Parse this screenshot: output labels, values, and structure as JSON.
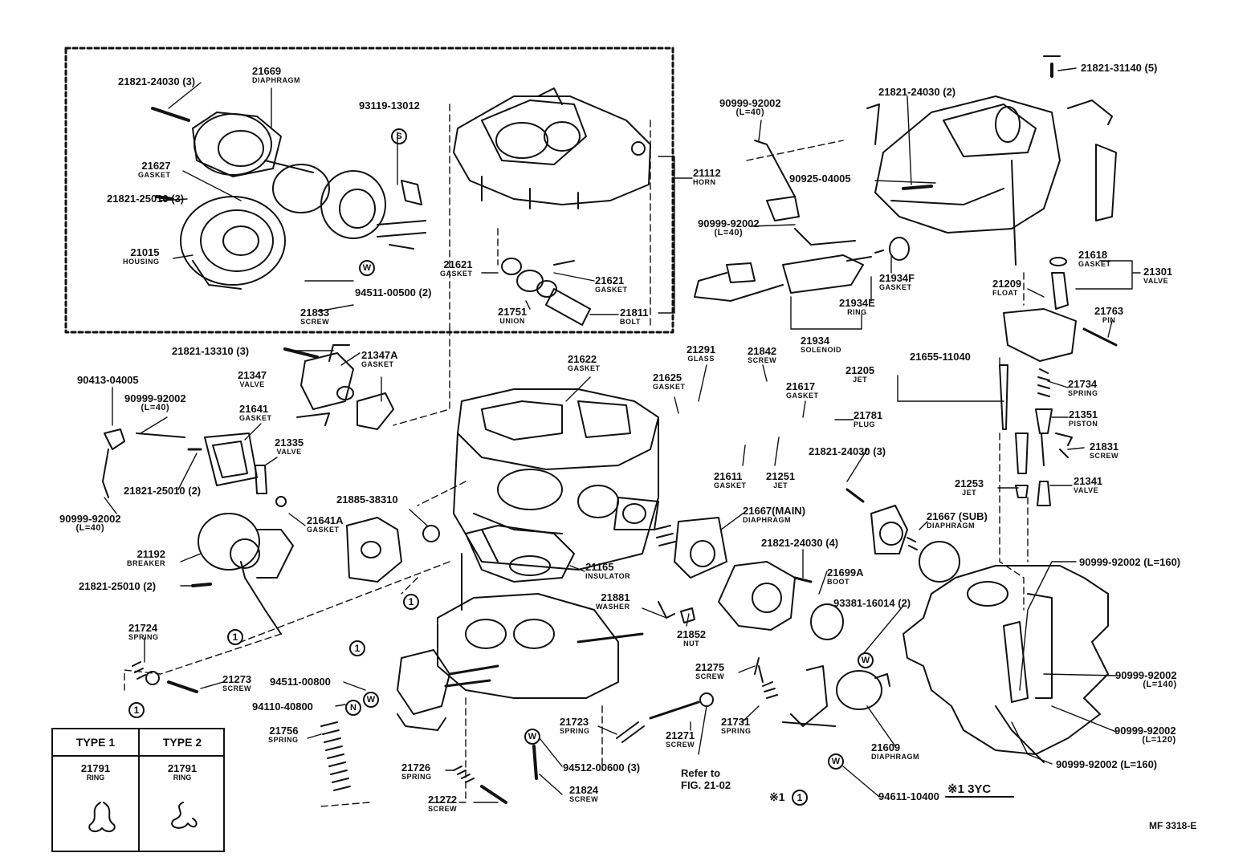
{
  "figure_id": "MF 3318-E",
  "refer_note": [
    "Refer to",
    "FIG. 21-02"
  ],
  "note_3yc": "※1 3YC",
  "star_one": "※1",
  "circle_one": "1",
  "legend": {
    "marker": "1",
    "type1": {
      "header": "TYPE 1",
      "part": "21791",
      "name": "RING"
    },
    "type2": {
      "header": "TYPE 2",
      "part": "21791",
      "name": "RING"
    }
  },
  "symbols": {
    "s": "S",
    "w": "W",
    "n": "N"
  },
  "parts": [
    {
      "id": "p1",
      "no": "21821-24030 (3)",
      "name": ""
    },
    {
      "id": "p2",
      "no": "21669",
      "name": "DIAPHRAGM"
    },
    {
      "id": "p3",
      "no": "93119-13012",
      "name": ""
    },
    {
      "id": "p4",
      "no": "21627",
      "name": "GASKET"
    },
    {
      "id": "p5",
      "no": "21821-25010 (3)",
      "name": ""
    },
    {
      "id": "p6",
      "no": "21015",
      "name": "HOUSING"
    },
    {
      "id": "p7",
      "no": "94511-00500 (2)",
      "name": ""
    },
    {
      "id": "p8",
      "no": "21833",
      "name": "SCREW"
    },
    {
      "id": "p9",
      "no": "21112",
      "name": "HORN"
    },
    {
      "id": "p10",
      "no": "21621",
      "name": "GASKET"
    },
    {
      "id": "p11",
      "no": "21621",
      "name": "GASKET"
    },
    {
      "id": "p12",
      "no": "21751",
      "name": "UNION"
    },
    {
      "id": "p13",
      "no": "21811",
      "name": "BOLT"
    },
    {
      "id": "p14",
      "no": "90999-92002",
      "name": "(L=40)"
    },
    {
      "id": "p15",
      "no": "21821-24030 (2)",
      "name": ""
    },
    {
      "id": "p16",
      "no": "21821-31140 (5)",
      "name": ""
    },
    {
      "id": "p17",
      "no": "90925-04005",
      "name": ""
    },
    {
      "id": "p18",
      "no": "90999-92002",
      "name": "(L=40)"
    },
    {
      "id": "p19",
      "no": "21934F",
      "name": "GASKET"
    },
    {
      "id": "p20",
      "no": "21934E",
      "name": "RING"
    },
    {
      "id": "p21",
      "no": "21934",
      "name": "SOLENOID"
    },
    {
      "id": "p22",
      "no": "21618",
      "name": "GASKET"
    },
    {
      "id": "p23",
      "no": "21301",
      "name": "VALVE"
    },
    {
      "id": "p24",
      "no": "21209",
      "name": "FLOAT"
    },
    {
      "id": "p25",
      "no": "21763",
      "name": "PIN"
    },
    {
      "id": "p26",
      "no": "21821-13310 (3)",
      "name": ""
    },
    {
      "id": "p27",
      "no": "21347A",
      "name": "GASKET"
    },
    {
      "id": "p28",
      "no": "21347",
      "name": "VALVE"
    },
    {
      "id": "p29",
      "no": "90413-04005",
      "name": ""
    },
    {
      "id": "p30",
      "no": "90999-92002",
      "name": "(L=40)"
    },
    {
      "id": "p31",
      "no": "21641",
      "name": "GASKET"
    },
    {
      "id": "p32",
      "no": "21335",
      "name": "VALVE"
    },
    {
      "id": "p33",
      "no": "21821-25010 (2)",
      "name": ""
    },
    {
      "id": "p34",
      "no": "90999-92002",
      "name": "(L=40)"
    },
    {
      "id": "p35",
      "no": "21622",
      "name": "GASKET"
    },
    {
      "id": "p36",
      "no": "21291",
      "name": "GLASS"
    },
    {
      "id": "p37",
      "no": "21842",
      "name": "SCREW"
    },
    {
      "id": "p38",
      "no": "21625",
      "name": "GASKET"
    },
    {
      "id": "p39",
      "no": "21617",
      "name": "GASKET"
    },
    {
      "id": "p40",
      "no": "21781",
      "name": "PLUG"
    },
    {
      "id": "p41",
      "no": "21655-11040",
      "name": ""
    },
    {
      "id": "p42",
      "no": "21205",
      "name": "JET"
    },
    {
      "id": "p43",
      "no": "21734",
      "name": "SPRING"
    },
    {
      "id": "p44",
      "no": "21351",
      "name": "PISTON"
    },
    {
      "id": "p45",
      "no": "21611",
      "name": "GASKET"
    },
    {
      "id": "p46",
      "no": "21251",
      "name": "JET"
    },
    {
      "id": "p47",
      "no": "21821-24030 (3)",
      "name": ""
    },
    {
      "id": "p48",
      "no": "21831",
      "name": "SCREW"
    },
    {
      "id": "p49",
      "no": "21253",
      "name": "JET"
    },
    {
      "id": "p50",
      "no": "21341",
      "name": "VALVE"
    },
    {
      "id": "p51",
      "no": "21885-38310",
      "name": ""
    },
    {
      "id": "p52",
      "no": "21641A",
      "name": "GASKET"
    },
    {
      "id": "p53",
      "no": "21667(MAIN)",
      "name": "DIAPHRAGM"
    },
    {
      "id": "p54",
      "no": "21667 (SUB)",
      "name": "DIAPHRAGM"
    },
    {
      "id": "p55",
      "no": "21192",
      "name": "BREAKER"
    },
    {
      "id": "p56",
      "no": "21821-25010 (2)",
      "name": ""
    },
    {
      "id": "p57",
      "no": "21165",
      "name": "INSULATOR"
    },
    {
      "id": "p58",
      "no": "21821-24030 (4)",
      "name": ""
    },
    {
      "id": "p59",
      "no": "21699A",
      "name": "BOOT"
    },
    {
      "id": "p60",
      "no": "90999-92002 (L=160)",
      "name": ""
    },
    {
      "id": "p61",
      "no": "21881",
      "name": "WASHER"
    },
    {
      "id": "p62",
      "no": "21852",
      "name": "NUT"
    },
    {
      "id": "p63",
      "no": "93381-16014 (2)",
      "name": ""
    },
    {
      "id": "p64",
      "no": "21724",
      "name": "SPRING"
    },
    {
      "id": "p65",
      "no": "21273",
      "name": "SCREW"
    },
    {
      "id": "p66",
      "no": "94511-00800",
      "name": ""
    },
    {
      "id": "p67",
      "no": "94110-40800",
      "name": ""
    },
    {
      "id": "p68",
      "no": "21275",
      "name": "SCREW"
    },
    {
      "id": "p69",
      "no": "90999-92002",
      "name": "(L=140)"
    },
    {
      "id": "p70",
      "no": "21756",
      "name": "SPRING"
    },
    {
      "id": "p71",
      "no": "21723",
      "name": "SPRING"
    },
    {
      "id": "p72",
      "no": "21271",
      "name": "SCREW"
    },
    {
      "id": "p73",
      "no": "21731",
      "name": "SPRING"
    },
    {
      "id": "p74",
      "no": "21609",
      "name": "DIAPHRAGM"
    },
    {
      "id": "p75",
      "no": "90999-92002",
      "name": "(L=120)"
    },
    {
      "id": "p76",
      "no": "94512-00600 (3)",
      "name": ""
    },
    {
      "id": "p77",
      "no": "90999-92002 (L=160)",
      "name": ""
    },
    {
      "id": "p78",
      "no": "21726",
      "name": "SPRING"
    },
    {
      "id": "p79",
      "no": "21824",
      "name": "SCREW"
    },
    {
      "id": "p80",
      "no": "94611-10400",
      "name": ""
    },
    {
      "id": "p81",
      "no": "21272",
      "name": "SCREW"
    }
  ]
}
